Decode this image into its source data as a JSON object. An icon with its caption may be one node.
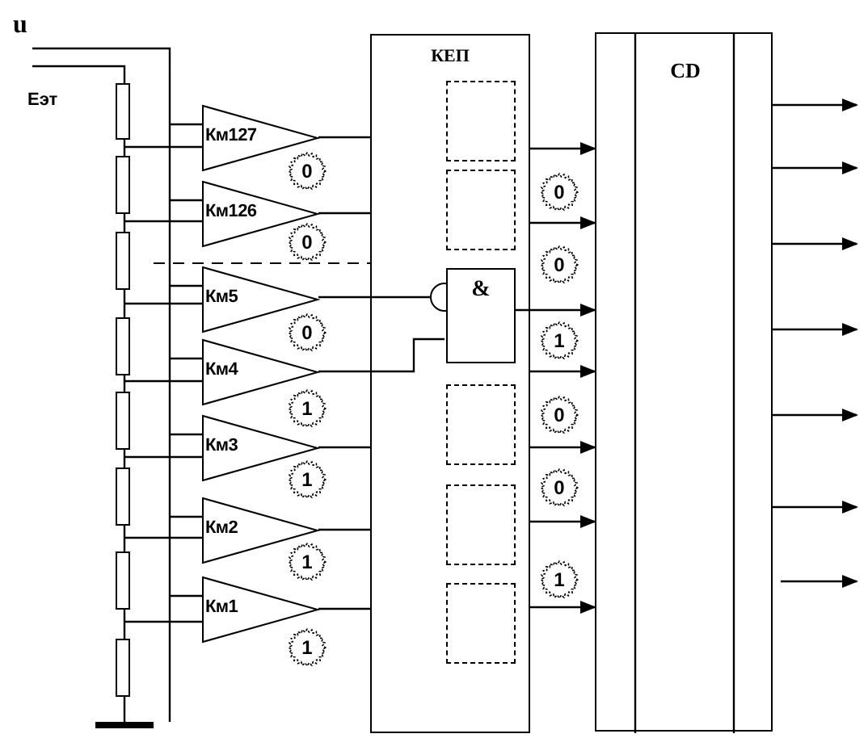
{
  "diagram": {
    "nodes": [
      {
        "text": [
          "Км127"
        ]
      },
      {
        "text": [
          "Км126"
        ]
      },
      {
        "text": [
          "Км5"
        ]
      },
      {
        "text": [
          "Км4"
        ]
      },
      {
        "text": [
          "Км3"
        ]
      },
      {
        "text": [
          "Км2"
        ]
      },
      {
        "text": [
          "Км1"
        ]
      },
      {
        "text": [
          "0"
        ]
      },
      {
        "text": [
          "0"
        ]
      },
      {
        "text": [
          "0"
        ]
      },
      {
        "text": [
          "1"
        ]
      },
      {
        "text": [
          "1"
        ]
      },
      {
        "text": [
          "1"
        ]
      },
      {
        "text": [
          "1"
        ]
      },
      {
        "text": [
          "КЕП"
        ]
      },
      {
        "text": [],
        "shape": "box",
        "in": 14
      },
      {
        "text": [],
        "shape": "box",
        "in": 14
      },
      {
        "text": [
          "&"
        ],
        "in": 14
      },
      {
        "text": [],
        "shape": "box",
        "in": 14
      },
      {
        "text": [],
        "shape": "box",
        "in": 14
      },
      {
        "text": [],
        "shape": "box",
        "in": 14
      },
      {
        "text": [
          "CD"
        ]
      },
      {
        "text": [
          "0"
        ]
      },
      {
        "text": [
          "0"
        ]
      },
      {
        "text": [
          "1"
        ]
      },
      {
        "text": [
          "0"
        ]
      },
      {
        "text": [
          "0"
        ]
      },
      {
        "text": [
          "1"
        ]
      }
    ],
    "edges": [
      {
        "from": 0,
        "to": 14,
        "arrow": "none"
      },
      {
        "from": 1,
        "to": 14,
        "arrow": "none"
      },
      {
        "from": 2,
        "to": 17,
        "arrow": "other"
      },
      {
        "from": 3,
        "to": 17,
        "arrow": "none"
      },
      {
        "from": 4,
        "to": 14,
        "arrow": "none"
      },
      {
        "from": 5,
        "to": 14,
        "arrow": "none"
      },
      {
        "from": 6,
        "to": 14,
        "arrow": "none"
      },
      {
        "from": 14,
        "to": 21,
        "arrow": "to"
      },
      {
        "from": 14,
        "to": 21,
        "arrow": "to"
      },
      {
        "from": 17,
        "to": 21,
        "arrow": "to"
      },
      {
        "from": 14,
        "to": 21,
        "arrow": "to"
      },
      {
        "from": 14,
        "to": 21,
        "arrow": "to"
      },
      {
        "from": 14,
        "to": 21,
        "arrow": "to"
      },
      {
        "from": 14,
        "to": 21,
        "arrow": "to"
      },
      {
        "from": 21,
        "to": null,
        "arrow": "to"
      },
      {
        "from": 21,
        "to": null,
        "arrow": "to"
      },
      {
        "from": 21,
        "to": null,
        "arrow": "to"
      },
      {
        "from": 21,
        "to": null,
        "arrow": "to"
      },
      {
        "from": 21,
        "to": null,
        "arrow": "to"
      },
      {
        "from": 21,
        "to": null,
        "arrow": "to"
      },
      {
        "from": 21,
        "to": null,
        "arrow": "to"
      }
    ],
    "labels": [
      "u",
      "Еэт"
    ]
  }
}
